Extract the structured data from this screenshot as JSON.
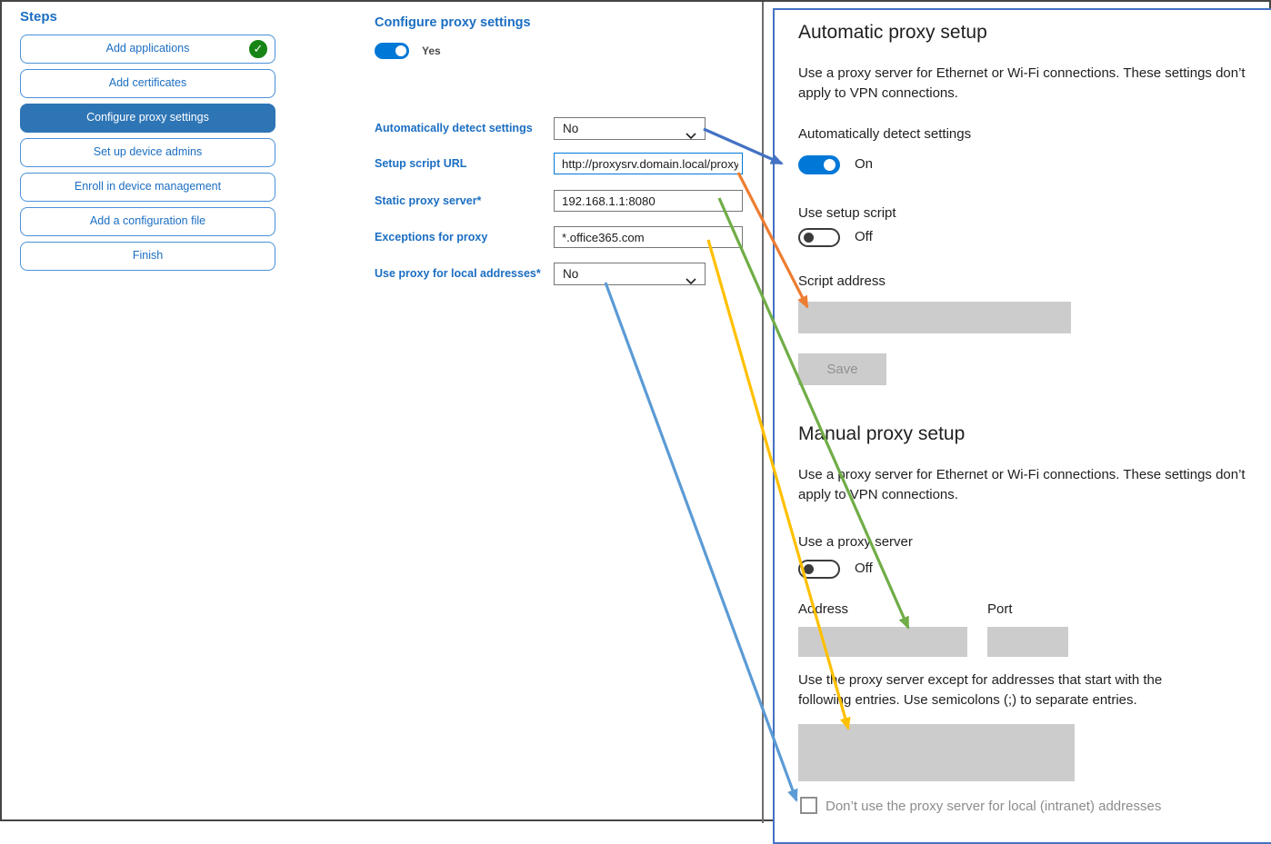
{
  "sidebar": {
    "title": "Steps",
    "items": [
      {
        "label": "Add applications",
        "completed": true,
        "selected": false
      },
      {
        "label": "Add certificates",
        "completed": false,
        "selected": false
      },
      {
        "label": "Configure proxy settings",
        "completed": false,
        "selected": true
      },
      {
        "label": "Set up device admins",
        "completed": false,
        "selected": false
      },
      {
        "label": "Enroll in device management",
        "completed": false,
        "selected": false
      },
      {
        "label": "Add a configuration file",
        "completed": false,
        "selected": false
      },
      {
        "label": "Finish",
        "completed": false,
        "selected": false
      }
    ]
  },
  "form": {
    "title": "Configure proxy settings",
    "enabled_toggle": {
      "state": "on",
      "label": "Yes"
    },
    "fields": [
      {
        "label": "Automatically detect settings",
        "type": "select",
        "value": "No"
      },
      {
        "label": "Setup script URL",
        "type": "text",
        "value": "http://proxysrv.domain.local/proxy.pa",
        "focused": true
      },
      {
        "label": "Static proxy server*",
        "type": "text",
        "value": "192.168.1.1:8080"
      },
      {
        "label": "Exceptions for proxy",
        "type": "text",
        "value": "*.office365.com"
      },
      {
        "label": "Use proxy for local addresses*",
        "type": "select",
        "value": "No"
      }
    ]
  },
  "settings_panel": {
    "automatic": {
      "heading": "Automatic proxy setup",
      "description": "Use a proxy server for Ethernet or Wi-Fi connections. These settings don’t apply to VPN connections.",
      "detect_label": "Automatically detect settings",
      "detect_state": "On",
      "setup_script_label": "Use setup script",
      "setup_script_state": "Off",
      "script_address_label": "Script address",
      "script_address_value": "",
      "save_button": "Save"
    },
    "manual": {
      "heading": "Manual proxy setup",
      "description": "Use a proxy server for Ethernet or Wi-Fi connections. These settings don’t apply to VPN connections.",
      "use_proxy_label": "Use a proxy server",
      "use_proxy_state": "Off",
      "address_label": "Address",
      "address_value": "",
      "port_label": "Port",
      "port_value": "",
      "exceptions_description": "Use the proxy server except for addresses that start with the following entries. Use semicolons (;) to separate entries.",
      "exceptions_value": "",
      "local_addresses_checkbox": {
        "label": "Don’t use the proxy server for local (intranet) addresses",
        "checked": false
      }
    }
  },
  "icons": {
    "completed": "check-icon",
    "dropdown": "chevron-down-icon"
  },
  "colors": {
    "accent_blue": "#0078d7",
    "sidebar_selected": "#2e75b6",
    "sidebar_border": "#4a90d9",
    "label_blue": "#1b6ec2",
    "check_green": "#168516",
    "panel_border": "#4472c4",
    "gray_field": "#cccccc",
    "arrow_blue": "#4472c4",
    "arrow_orange": "#ed7d31",
    "arrow_green": "#70ad47",
    "arrow_yellow": "#ffc000",
    "arrow_lightblue": "#5b9bd5"
  }
}
